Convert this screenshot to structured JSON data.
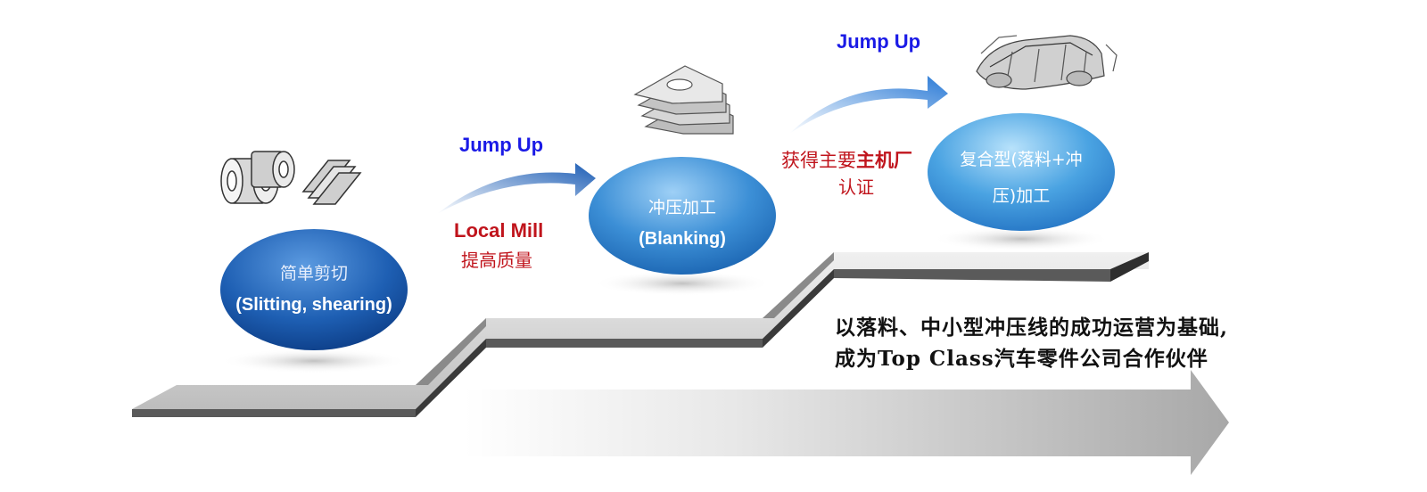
{
  "stages": [
    {
      "line1": "简单剪切",
      "line2": "(Slitting, shearing)"
    },
    {
      "line1": "冲压加工",
      "line2": "(Blanking)"
    },
    {
      "line1": "复合型(落料+冲",
      "line2": "压)加工"
    }
  ],
  "jump_label": "Jump Up",
  "local_mill": {
    "title": "Local Mill",
    "subtitle": "提高质量"
  },
  "oem": {
    "part1": "获得主要",
    "part2": "主机厂",
    "part3": "认证"
  },
  "summary": {
    "line1": "以落料、中小型冲压线的成功运营为基础,",
    "line2": "成为Top Class汽车零件公司合作伙伴"
  },
  "colors": {
    "accent_blue": "#1a1ae6",
    "accent_red": "#c0141c",
    "oval_blue": "#2b6fc0"
  }
}
